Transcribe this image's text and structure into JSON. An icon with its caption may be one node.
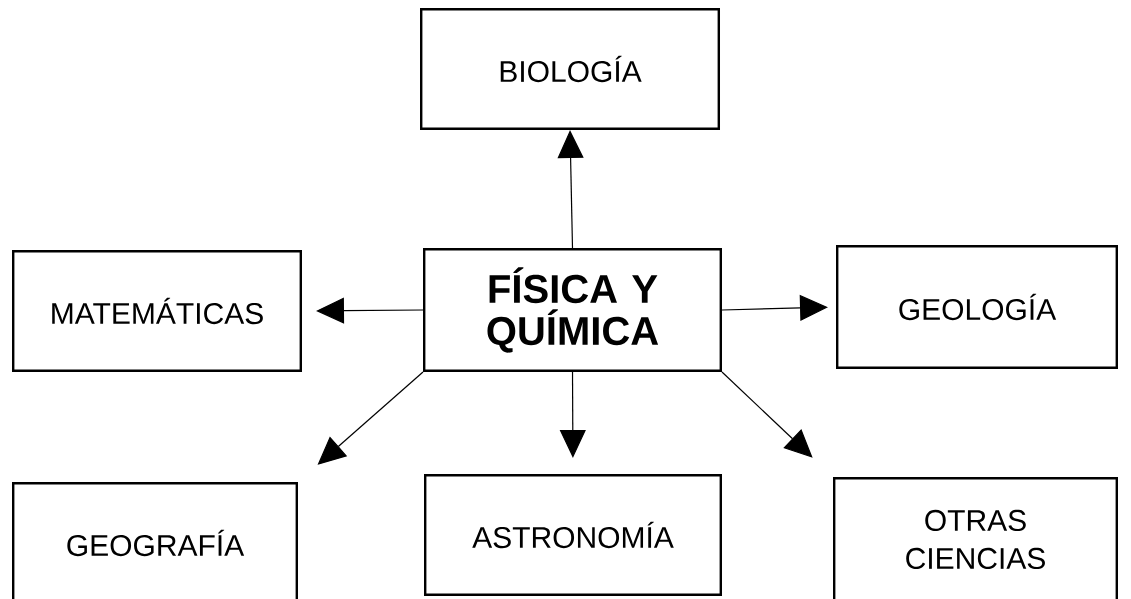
{
  "diagram": {
    "nodes": [
      {
        "text": [
          "BIOLOGÍA"
        ]
      },
      {
        "text": [
          "MATEMÁTICAS"
        ]
      },
      {
        "text": [
          "FÍSICA Y QUÍMICA"
        ]
      },
      {
        "text": [
          "GEOLOGÍA"
        ]
      },
      {
        "text": [
          "GEOGRAFÍA"
        ]
      },
      {
        "text": [
          "ASTRONOMÍA"
        ]
      },
      {
        "text": [
          "OTRAS CIENCIAS"
        ]
      }
    ],
    "edges": [
      {
        "from": 2,
        "to": 0,
        "arrow": "to"
      },
      {
        "from": 2,
        "to": 1,
        "arrow": "to"
      },
      {
        "from": 2,
        "to": 3,
        "arrow": "to"
      },
      {
        "from": 2,
        "to": 4,
        "arrow": "to"
      },
      {
        "from": 2,
        "to": 5,
        "arrow": "to"
      },
      {
        "from": 2,
        "to": 6,
        "arrow": "to"
      }
    ]
  }
}
